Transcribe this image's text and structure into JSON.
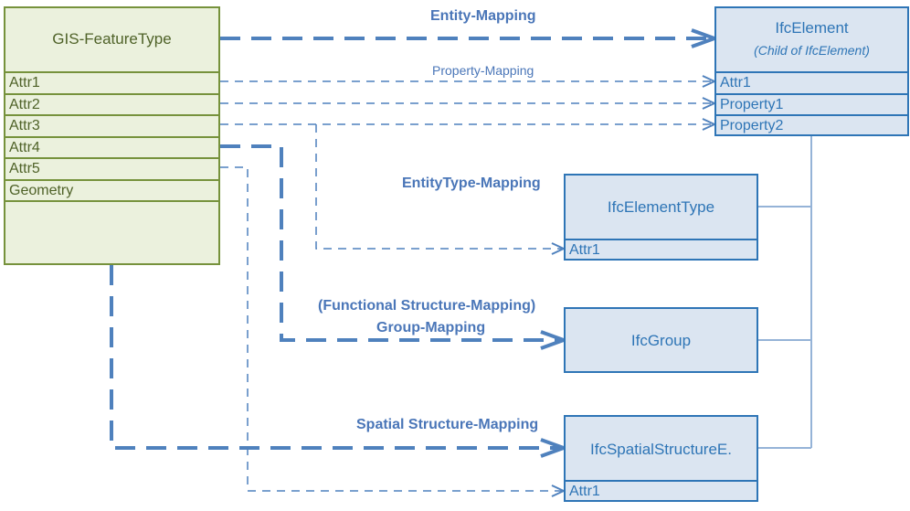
{
  "gis_feature_type": {
    "title": "GIS-FeatureType",
    "rows": [
      "Attr1",
      "Attr2",
      "Attr3",
      "Attr4",
      "Attr5",
      "Geometry"
    ]
  },
  "ifc_element": {
    "title": "IfcElement",
    "subtitle": "(Child of IfcElement)",
    "rows": [
      "Attr1",
      "Property1",
      "Property2"
    ]
  },
  "ifc_element_type": {
    "title": "IfcElementType",
    "rows": [
      "Attr1"
    ]
  },
  "ifc_group": {
    "title": "IfcGroup"
  },
  "ifc_spatial_structure": {
    "title": "IfcSpatialStructureE.",
    "rows": [
      "Attr1"
    ]
  },
  "mappings": {
    "entity": "Entity-Mapping",
    "property": "Property-Mapping",
    "entity_type": "EntityType-Mapping",
    "functional_structure": "(Functional Structure-Mapping)",
    "group": "Group-Mapping",
    "spatial_structure": "Spatial Structure-Mapping"
  },
  "colors": {
    "gis_fill": "#ebf1dd",
    "gis_border": "#76923c",
    "ifc_fill": "#dbe5f1",
    "ifc_border": "#2e75b6",
    "connector": "#4f81bd",
    "hierarchy_line": "#95b3d7"
  }
}
